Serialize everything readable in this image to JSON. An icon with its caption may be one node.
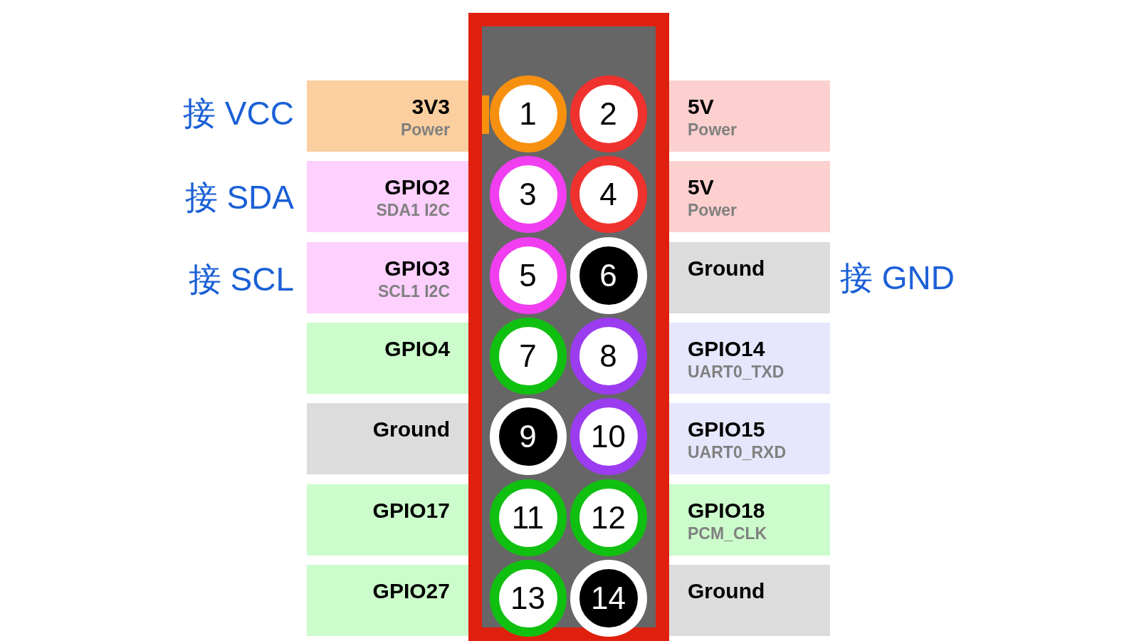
{
  "diagram": {
    "nodes": [
      {
        "text": [],
        "shape": "box"
      },
      {
        "text": [
          "3V3",
          "Power"
        ]
      },
      {
        "text": [
          "1"
        ],
        "in": 0
      },
      {
        "text": [
          "2"
        ],
        "in": 0
      },
      {
        "text": [
          "5V",
          "Power"
        ]
      },
      {
        "text": [
          "GPIO2",
          "SDA1 I2C"
        ]
      },
      {
        "text": [
          "3"
        ],
        "in": 0
      },
      {
        "text": [
          "4"
        ],
        "in": 0
      },
      {
        "text": [
          "5V",
          "Power"
        ]
      },
      {
        "text": [
          "GPIO3",
          "SCL1 I2C"
        ]
      },
      {
        "text": [
          "5"
        ],
        "in": 0
      },
      {
        "text": [
          "6"
        ],
        "in": 0
      },
      {
        "text": [
          "Ground"
        ]
      },
      {
        "text": [
          "GPIO4"
        ]
      },
      {
        "text": [
          "7"
        ],
        "in": 0
      },
      {
        "text": [
          "8"
        ],
        "in": 0
      },
      {
        "text": [
          "GPIO14",
          "UART0_TXD"
        ]
      },
      {
        "text": [
          "Ground"
        ]
      },
      {
        "text": [
          "9"
        ],
        "in": 0
      },
      {
        "text": [
          "10"
        ],
        "in": 0
      },
      {
        "text": [
          "GPIO15",
          "UART0_RXD"
        ]
      },
      {
        "text": [
          "GPIO17"
        ]
      },
      {
        "text": [
          "11"
        ],
        "in": 0
      },
      {
        "text": [
          "12"
        ],
        "in": 0
      },
      {
        "text": [
          "GPIO18",
          "PCM_CLK"
        ]
      },
      {
        "text": [
          "GPIO27"
        ]
      },
      {
        "text": [
          "13"
        ],
        "in": 0
      },
      {
        "text": [
          "14"
        ],
        "in": 0
      },
      {
        "text": [
          "Ground"
        ]
      }
    ],
    "labels": [
      "接 VCC",
      "接 SDA",
      "接 SCL",
      "接 GND"
    ]
  }
}
